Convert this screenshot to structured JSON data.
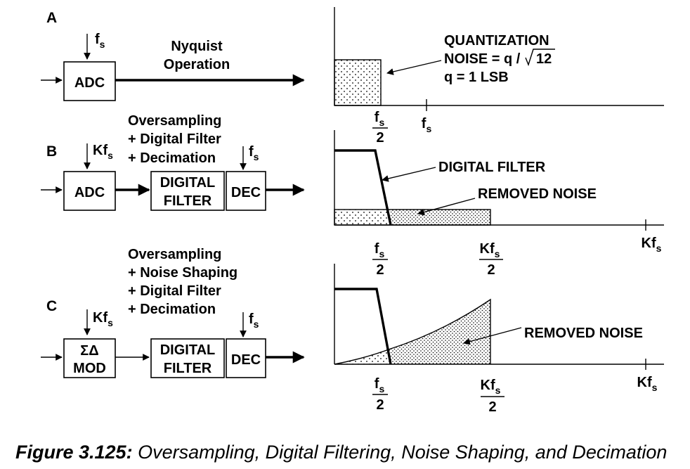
{
  "sections": {
    "a": {
      "letter": "A",
      "clock": "f",
      "clock_sub": "s",
      "adc": "ADC",
      "op_line1": "Nyquist",
      "op_line2": "Operation",
      "noise_line1": "QUANTIZATION",
      "noise_line2": "NOISE = q /",
      "noise_sqrt": "12",
      "noise_line3": "q = 1 LSB",
      "tick_half_num": "f",
      "tick_half_sub": "s",
      "tick_half_den": "2",
      "tick_fs": "f",
      "tick_fs_sub": "s"
    },
    "b": {
      "letter": "B",
      "title1": "Oversampling",
      "title2": "+ Digital Filter",
      "title3": "+ Decimation",
      "clock_in": "Kf",
      "clock_in_sub": "s",
      "clock_dec": "f",
      "clock_dec_sub": "s",
      "adc": "ADC",
      "filter1": "DIGITAL",
      "filter2": "FILTER",
      "dec": "DEC",
      "filter_label": "DIGITAL FILTER",
      "removed_label": "REMOVED NOISE",
      "tick_half_num": "f",
      "tick_half_sub": "s",
      "tick_half_den": "2",
      "tick_khalf_num": "Kf",
      "tick_khalf_sub": "s",
      "tick_khalf_den": "2",
      "tick_kfs": "Kf",
      "tick_kfs_sub": "s"
    },
    "c": {
      "letter": "C",
      "title1": "Oversampling",
      "title2": "+ Noise Shaping",
      "title3": "+ Digital Filter",
      "title4": "+ Decimation",
      "clock_in": "Kf",
      "clock_in_sub": "s",
      "clock_dec": "f",
      "clock_dec_sub": "s",
      "mod1": "ΣΔ",
      "mod2": "MOD",
      "filter1": "DIGITAL",
      "filter2": "FILTER",
      "dec": "DEC",
      "removed_label": "REMOVED NOISE",
      "tick_half_num": "f",
      "tick_half_sub": "s",
      "tick_half_den": "2",
      "tick_khalf_num": "Kf",
      "tick_khalf_sub": "s",
      "tick_khalf_den": "2",
      "tick_kfs": "Kf",
      "tick_kfs_sub": "s"
    }
  },
  "caption": {
    "label": "Figure 3.125:",
    "text": " Oversampling, Digital Filtering, Noise Shaping, and Decimation"
  }
}
